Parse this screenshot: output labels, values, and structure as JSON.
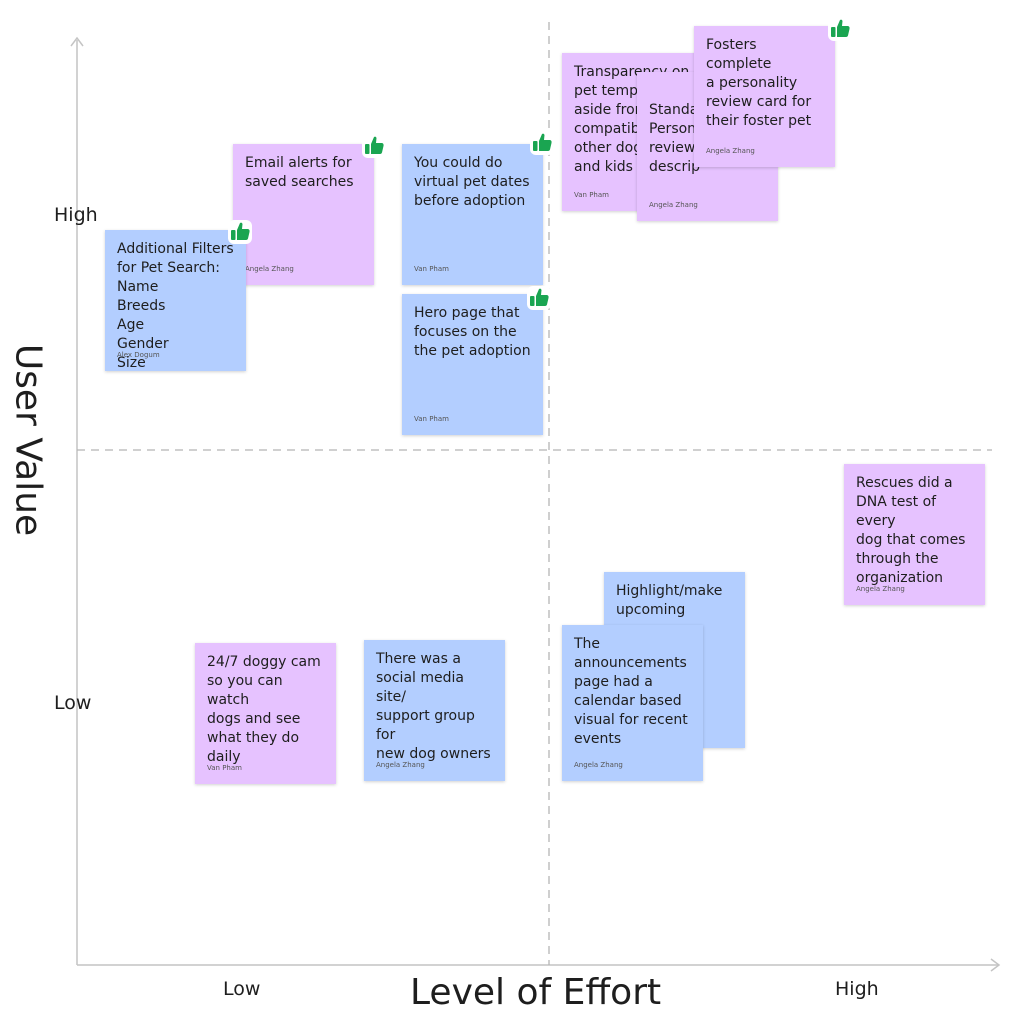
{
  "axes": {
    "x_title": "Level of Effort",
    "y_title": "User Value",
    "x_low": "Low",
    "x_high": "High",
    "y_high": "High",
    "y_low": "Low"
  },
  "colors": {
    "blue_note": "#b3ceff",
    "purple_note": "#e6c2ff",
    "thumb": "#1aa551",
    "axis": "#bdbdbd"
  },
  "notes": [
    {
      "text": "Email alerts for\nsaved searches",
      "author": "Angela Zhang",
      "color": "purple",
      "liked": true
    },
    {
      "text": "Additional Filters\nfor Pet Search:\nName\nBreeds\nAge\nGender\nSize\nStatus",
      "author": "Alex Dogum",
      "color": "blue",
      "liked": true
    },
    {
      "text": "You could do\nvirtual pet dates\nbefore adoption",
      "author": "Van Pham",
      "color": "blue",
      "liked": true
    },
    {
      "text": "Hero page that\nfocuses on the\nthe pet adoption",
      "author": "Van Pham",
      "color": "blue",
      "liked": true
    },
    {
      "text": "Transparency on\npet tempe\naside from\ncompatibi\nother dog\nand kids",
      "author": "Van Pham",
      "color": "purple",
      "liked": false
    },
    {
      "text": "\nStanda\nPerson\nreview,\ndescrip",
      "author": "Angela Zhang",
      "color": "purple",
      "liked": false
    },
    {
      "text": "Fosters complete\na personality\nreview card for\ntheir foster pet",
      "author": "Angela Zhang",
      "color": "purple",
      "liked": true
    },
    {
      "text": "Rescues did a\nDNA test of every\ndog that comes\nthrough the\norganization",
      "author": "Angela Zhang",
      "color": "purple",
      "liked": false
    },
    {
      "text": "Highlight/make\nupcoming\ns\n\nne\neer",
      "author": "",
      "color": "blue",
      "liked": false
    },
    {
      "text": "The\nannouncements\npage had a\ncalendar based\nvisual for recent\nevents",
      "author": "Angela Zhang",
      "color": "blue",
      "liked": false
    },
    {
      "text": "24/7 doggy cam\nso you can watch\ndogs and see\nwhat they do\ndaily",
      "author": "Van Pham",
      "color": "purple",
      "liked": false
    },
    {
      "text": "There was a\nsocial media site/\nsupport group for\nnew dog owners",
      "author": "Angela Zhang",
      "color": "blue",
      "liked": false
    }
  ]
}
